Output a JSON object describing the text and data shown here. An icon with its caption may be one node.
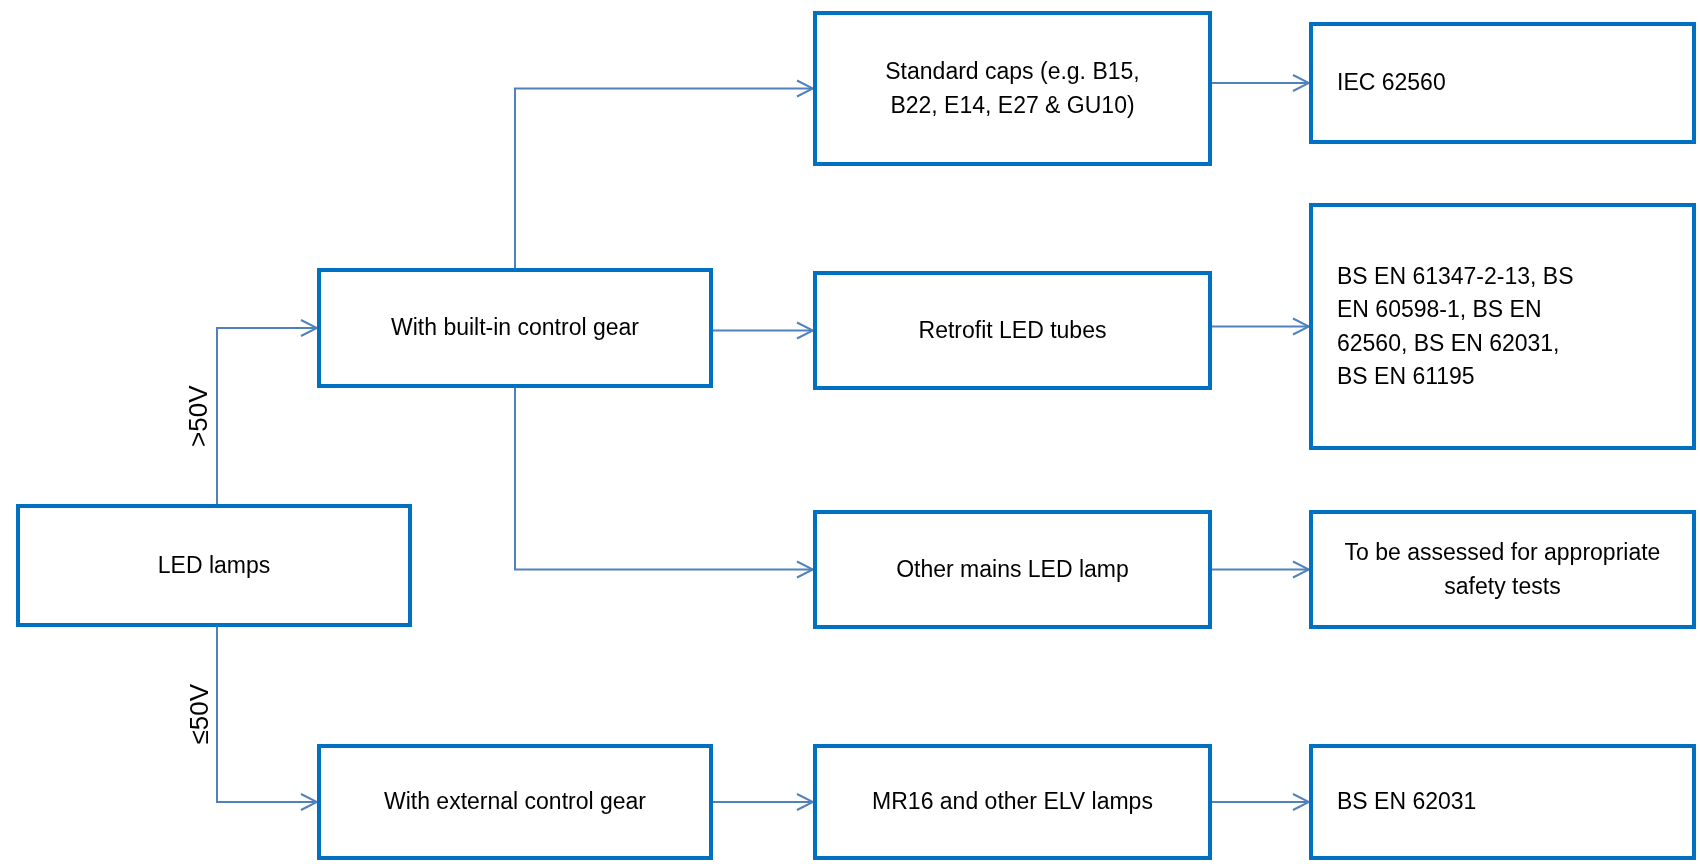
{
  "diagram": {
    "nodes": [
      {
        "text": [
          "LED lamps"
        ]
      },
      {
        "text": [
          "With built-in control gear"
        ]
      },
      {
        "text": [
          "With external control gear"
        ]
      },
      {
        "text": [
          "Standard caps (e.g. B15, B22, E14, E27 & GU10)"
        ]
      },
      {
        "text": [
          "Retrofit LED tubes"
        ]
      },
      {
        "text": [
          "Other mains LED lamp"
        ]
      },
      {
        "text": [
          "MR16 and other ELV lamps"
        ]
      },
      {
        "text": [
          "IEC 62560"
        ]
      },
      {
        "text": [
          "BS EN 61347-2-13, BS EN 60598-1, BS EN 62560, BS EN 62031, BS EN 61195"
        ]
      },
      {
        "text": [
          "To be assessed for appropriate safety tests"
        ]
      },
      {
        "text": [
          "BS EN 62031"
        ]
      }
    ],
    "edges": [
      {
        "from": 0,
        "to": 1,
        "arrow": "to",
        "label": ">50V"
      },
      {
        "from": 0,
        "to": 2,
        "arrow": "to",
        "label": "≤50V"
      },
      {
        "from": 1,
        "to": 3,
        "arrow": "to"
      },
      {
        "from": 1,
        "to": 4,
        "arrow": "to"
      },
      {
        "from": 1,
        "to": 5,
        "arrow": "to"
      },
      {
        "from": 3,
        "to": 7,
        "arrow": "to"
      },
      {
        "from": 4,
        "to": 8,
        "arrow": "to"
      },
      {
        "from": 5,
        "to": 9,
        "arrow": "to"
      },
      {
        "from": 2,
        "to": 6,
        "arrow": "to"
      },
      {
        "from": 6,
        "to": 10,
        "arrow": "to"
      }
    ]
  }
}
